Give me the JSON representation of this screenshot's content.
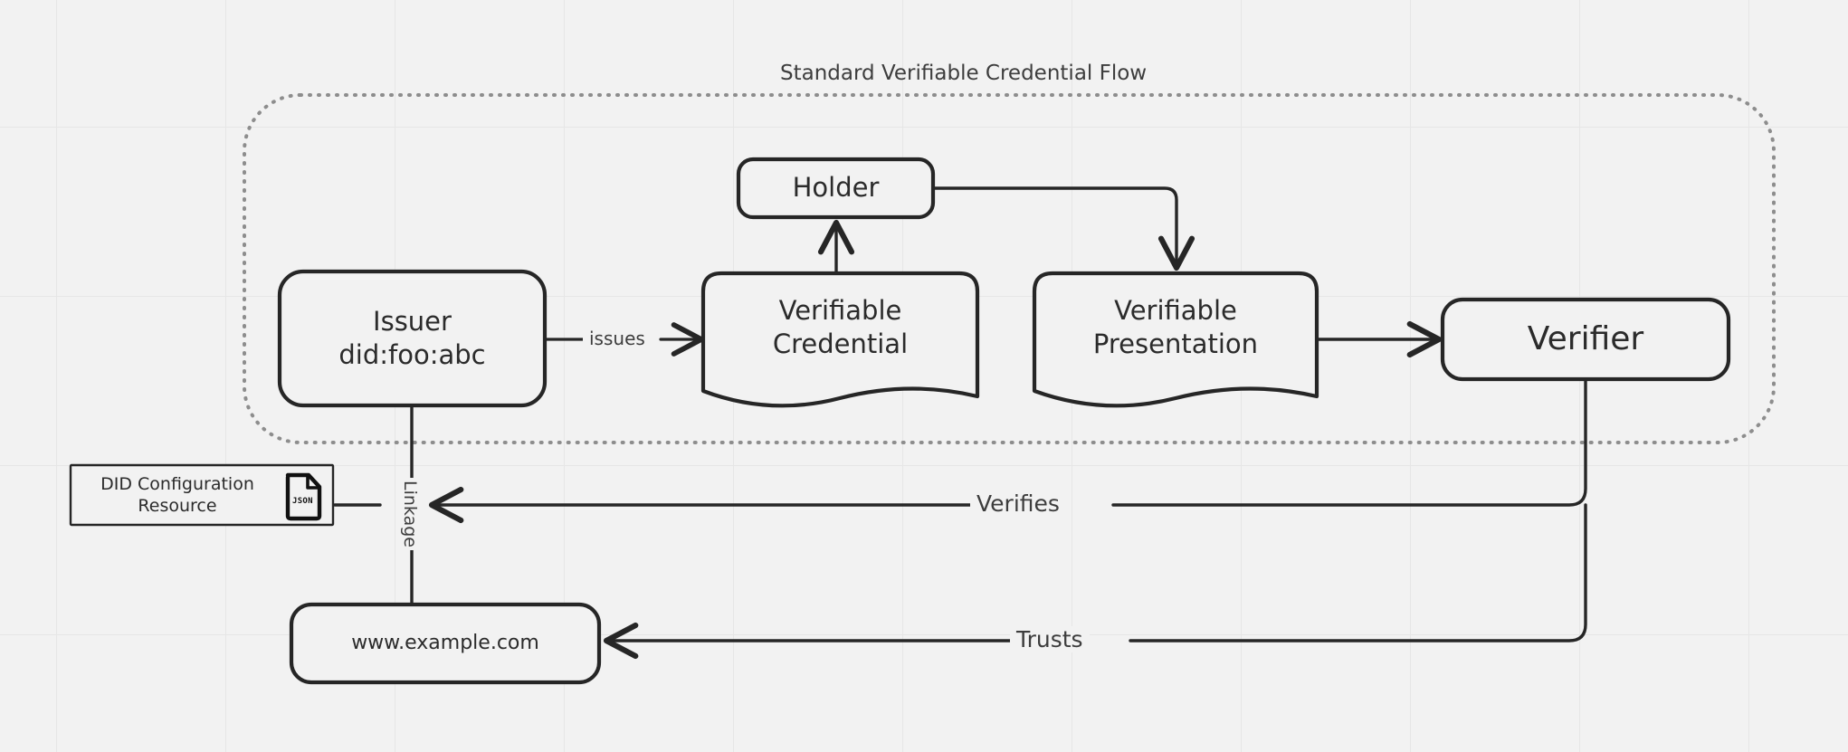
{
  "diagram": {
    "title": "Standard Verifiable Credential Flow",
    "background_color": "#f2f2f2",
    "grid_color": "#e6e6e6",
    "stroke_color": "#262626",
    "text_color": "#2b2b2b",
    "group_border_color": "#888888",
    "group_border_style": "dotted"
  },
  "nodes": {
    "issuer": {
      "label": "Issuer\ndid:foo:abc",
      "shape": "rounded-rectangle",
      "font_size": "29px"
    },
    "verifiable_credential": {
      "label": "Verifiable\nCredential",
      "shape": "document",
      "font_size": "29px"
    },
    "holder": {
      "label": "Holder",
      "shape": "rounded-rectangle",
      "font_size": "29px"
    },
    "verifiable_presentation": {
      "label": "Verifiable\nPresentation",
      "shape": "document",
      "font_size": "29px"
    },
    "verifier": {
      "label": "Verifier",
      "shape": "rounded-rectangle",
      "font_size": "36px"
    },
    "did_configuration_resource": {
      "label": "DID Configuration\nResource",
      "shape": "rectangle",
      "font_size": "19px",
      "icon": "json-file-icon",
      "icon_text": "JSON"
    },
    "website": {
      "label": "www.example.com",
      "shape": "rounded-rectangle",
      "font_size": "22px"
    }
  },
  "edges": {
    "issues": {
      "label": "issues",
      "font_size": "20px"
    },
    "linkage": {
      "label": "Linkage",
      "font_size": "19px",
      "rotation": "90deg"
    },
    "verifies": {
      "label": "Verifies",
      "font_size": "25px"
    },
    "trusts": {
      "label": "Trusts",
      "font_size": "25px"
    },
    "vc_to_holder": {
      "label": ""
    },
    "holder_to_vp": {
      "label": ""
    },
    "vp_to_verifier": {
      "label": ""
    }
  }
}
